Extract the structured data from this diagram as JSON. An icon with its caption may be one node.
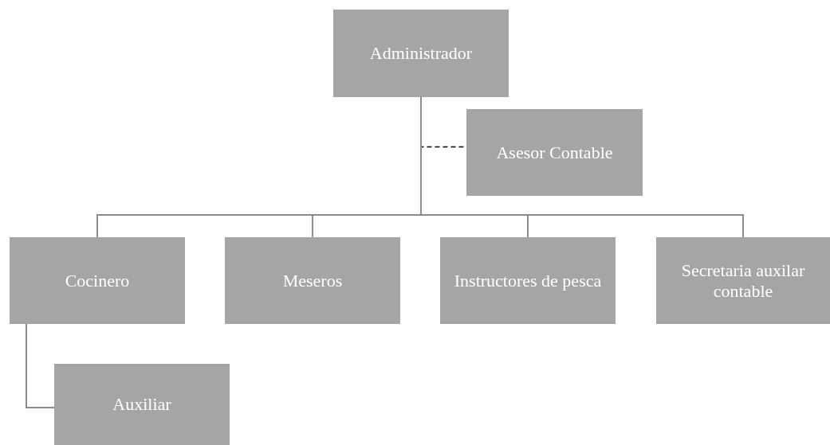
{
  "diagram": {
    "nodes": [
      {
        "text": [
          "Administrador"
        ]
      },
      {
        "text": [
          "Asesor Contable"
        ]
      },
      {
        "text": [
          "Cocinero"
        ]
      },
      {
        "text": [
          "Meseros"
        ]
      },
      {
        "text": [
          "Instructores de pesca"
        ]
      },
      {
        "text": [
          "Secretaria auxilar contable"
        ]
      },
      {
        "text": [
          "Auxiliar"
        ]
      }
    ],
    "edges": [
      {
        "from": 0,
        "to": 1,
        "arrow": "none",
        "style": "dashed",
        "color": "#000000"
      },
      {
        "from": 0,
        "to": 2,
        "arrow": "none"
      },
      {
        "from": 0,
        "to": 3,
        "arrow": "none"
      },
      {
        "from": 0,
        "to": 4,
        "arrow": "none"
      },
      {
        "from": 0,
        "to": 5,
        "arrow": "none"
      },
      {
        "from": 2,
        "to": 6,
        "arrow": "none"
      }
    ]
  }
}
